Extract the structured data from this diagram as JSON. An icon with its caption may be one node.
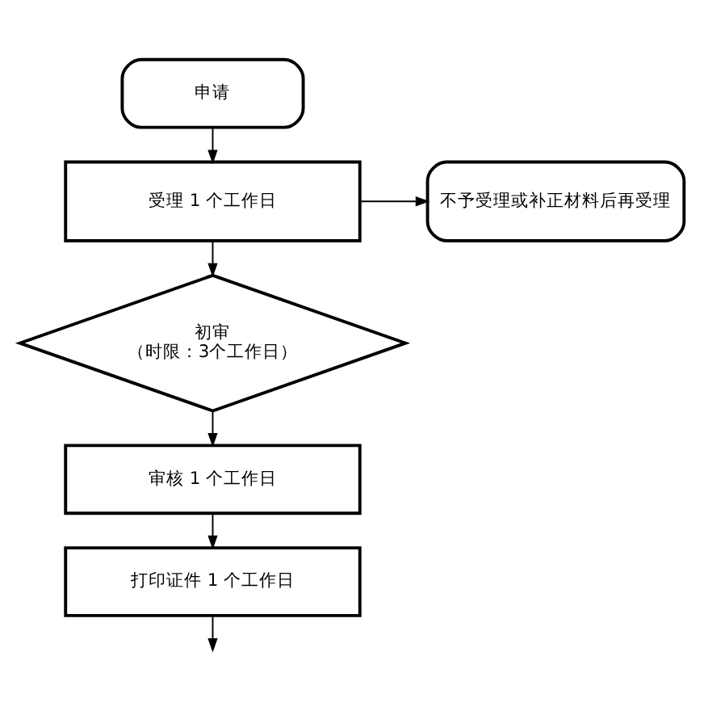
{
  "diagram": {
    "nodes": [
      {
        "text": [
          "申请"
        ]
      },
      {
        "text": [
          "受理 1 个工作日"
        ]
      },
      {
        "text": [
          "不予受理或补正材料后再受理"
        ]
      },
      {
        "text": [
          "初审",
          "（时限：3个工作日）"
        ]
      },
      {
        "text": [
          "审核 1 个工作日"
        ]
      },
      {
        "text": [
          "打印证件 1 个工作日"
        ]
      }
    ],
    "edges": [
      {
        "from": 0,
        "to": 1,
        "arrow": "to"
      },
      {
        "from": 1,
        "to": 2,
        "arrow": "to"
      },
      {
        "from": 1,
        "to": 3,
        "arrow": "to"
      },
      {
        "from": 3,
        "to": 4,
        "arrow": "to"
      },
      {
        "from": 4,
        "to": 5,
        "arrow": "to"
      },
      {
        "from": 5,
        "to": null,
        "arrow": "to"
      }
    ]
  }
}
